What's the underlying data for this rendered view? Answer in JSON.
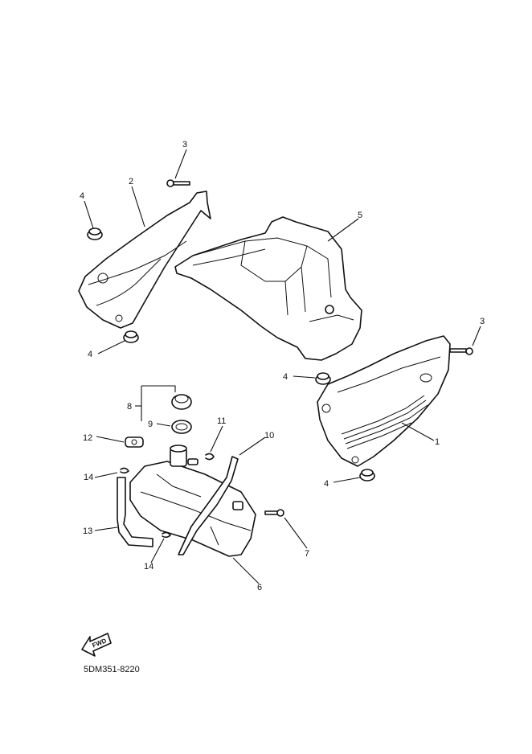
{
  "callouts": {
    "c1": "1",
    "c2": "2",
    "c3a": "3",
    "c3b": "3",
    "c4a": "4",
    "c4b": "4",
    "c4c": "4",
    "c4d": "4",
    "c5": "5",
    "c6": "6",
    "c7": "7",
    "c8": "8",
    "c9": "9",
    "c10": "10",
    "c11": "11",
    "c12": "12",
    "c13": "13",
    "c14a": "14",
    "c14b": "14"
  },
  "fwd_label": "FWD",
  "diagram_code": "5DM351-8220"
}
